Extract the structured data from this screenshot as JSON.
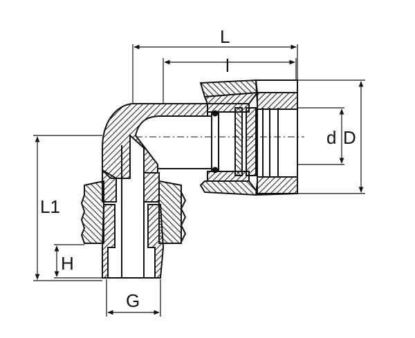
{
  "labels": {
    "L": "L",
    "l": "l",
    "d": "d",
    "D": "D",
    "L1": "L1",
    "H": "H",
    "G": "G"
  },
  "colors": {
    "line": "#111111",
    "hatch": "#222222",
    "paper": "#ffffff"
  }
}
